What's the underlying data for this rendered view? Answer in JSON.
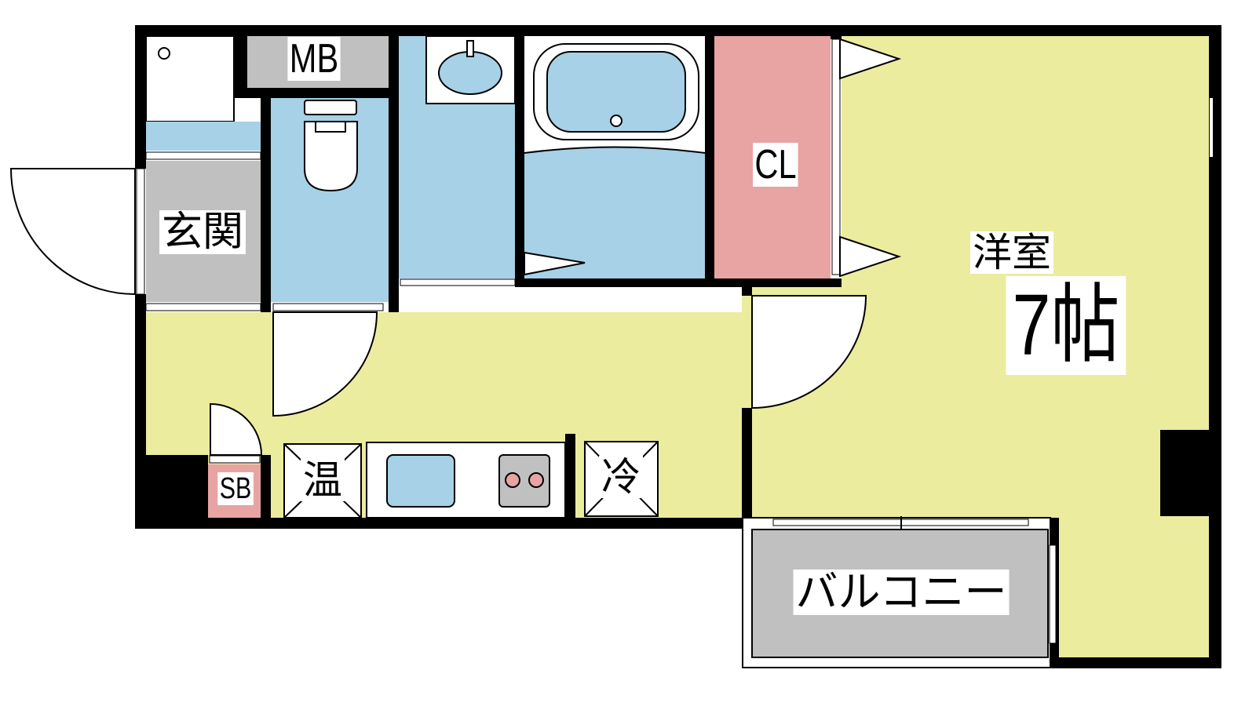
{
  "colors": {
    "wall": "#000000",
    "wet_area": "#a6d1e6",
    "living": "#ebec9e",
    "entrance": "#c0c0c0",
    "closet": "#e8a3a3",
    "stove_burner": "#e8a3a3"
  },
  "rooms": {
    "meter_box": "MB",
    "entrance": "玄関",
    "closet": "CL",
    "western_room": "洋室",
    "western_room_size": "7帖",
    "shoe_box": "SB",
    "water_heater": "温",
    "refrigerator": "冷",
    "balcony": "バルコニー"
  }
}
